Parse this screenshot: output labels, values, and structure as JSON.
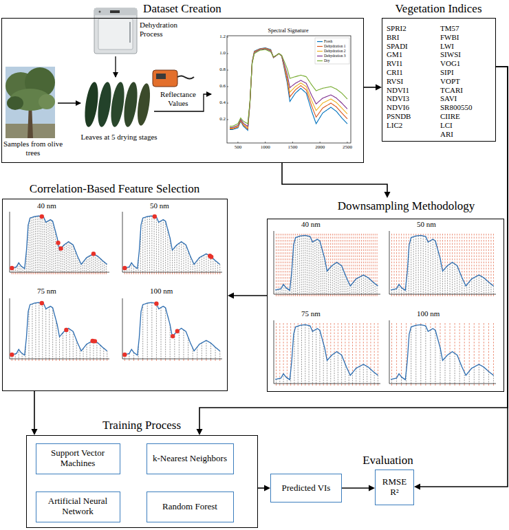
{
  "diagram": {
    "nodes": [
      {
        "text": [
          "Dataset Creation"
        ]
      },
      {
        "text": [
          "Vegetation Indices",
          "SPRI2",
          "BRI",
          "SPADI",
          "GM1",
          "RVI1",
          "CRI1",
          "RVSI",
          "NDVI1",
          "NDVI3",
          "NDVI6",
          "PSNDB",
          "LIC2",
          "TM57",
          "FWBI",
          "LWI",
          "SIWSI",
          "VOG1",
          "SIPI",
          "VOPT",
          "TCARI",
          "SAVI",
          "SR800550",
          "CIIRE",
          "LCI",
          "ARI"
        ]
      },
      {
        "text": [
          "Correlation-Based Feature Selection"
        ]
      },
      {
        "text": [
          "Downsampling Methodology"
        ]
      },
      {
        "text": [
          "Training Process"
        ]
      },
      {
        "text": [
          "Support Vector Machines"
        ],
        "in": 4
      },
      {
        "text": [
          "k-Nearest Neighbors"
        ],
        "in": 4
      },
      {
        "text": [
          "Artificial Neural Network"
        ],
        "in": 4
      },
      {
        "text": [
          "Random Forest"
        ],
        "in": 4
      },
      {
        "text": [
          "Predicted VIs"
        ]
      },
      {
        "text": [
          "Evaluation",
          "RMSE R²"
        ]
      }
    ],
    "edges": [
      {
        "from": 0,
        "to": 1,
        "arrow": "to"
      },
      {
        "from": 0,
        "to": 3,
        "arrow": "to"
      },
      {
        "from": 3,
        "to": 2,
        "arrow": "to"
      },
      {
        "from": 2,
        "to": 4,
        "arrow": "to"
      },
      {
        "from": 1,
        "to": 4,
        "arrow": "to"
      },
      {
        "from": 1,
        "to": 10,
        "arrow": "to"
      },
      {
        "from": 4,
        "to": 9,
        "arrow": "to"
      },
      {
        "from": 9,
        "to": 10,
        "arrow": "to"
      }
    ],
    "labels": [
      "Samples from olive trees",
      "Dehydration Process",
      "Leaves at 5 drying stages",
      "Reflectance Values",
      "Spectral Signature",
      "500",
      "1000",
      "1500",
      "2000",
      "2500",
      "0.2",
      "0.4",
      "0.6",
      "0.8",
      "1.0",
      "1.2",
      "40 nm",
      "50 nm",
      "75 nm",
      "100 nm",
      "40 nm",
      "50 nm",
      "75 nm",
      "100 nm"
    ],
    "legend": [
      {
        "text": "Fresh"
      },
      {
        "text": "Dehydration 1"
      },
      {
        "text": "Dehydration 2"
      },
      {
        "text": "Dehydration 3"
      },
      {
        "text": "Dry"
      }
    ]
  }
}
